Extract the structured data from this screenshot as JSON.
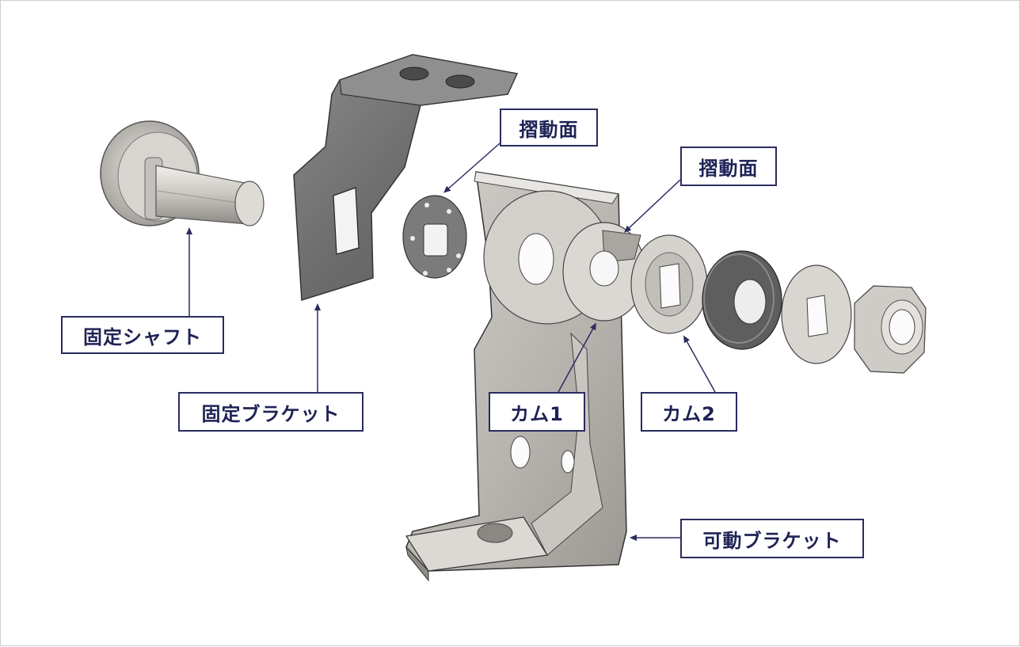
{
  "labels": {
    "fixed_shaft": "固定シャフト",
    "fixed_bracket": "固定ブラケット",
    "sliding_surface_1": "摺動面",
    "sliding_surface_2": "摺動面",
    "cam1": "カム1",
    "cam2": "カム2",
    "movable_bracket": "可動ブラケット"
  },
  "colors": {
    "label_border": "#2a2c60",
    "label_text": "#1f2255",
    "leader_line": "#2a2c60",
    "metal_dark": "#6e6e6e",
    "metal_light": "#d9d6d2"
  }
}
